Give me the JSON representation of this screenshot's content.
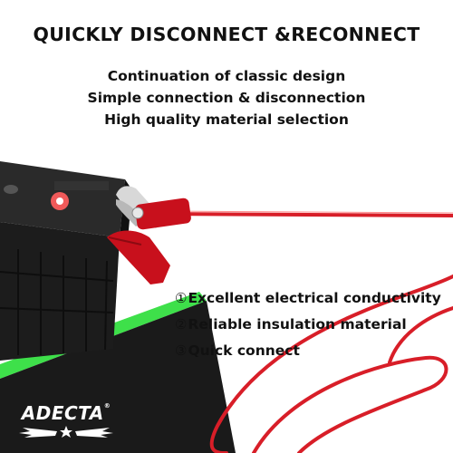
{
  "headline": "QUICKLY DISCONNECT &RECONNECT",
  "subheadings": [
    "Continuation of classic design",
    "Simple connection & disconnection",
    "High quality material selection"
  ],
  "features": [
    {
      "number": "①",
      "text": "Excellent electrical conductivity"
    },
    {
      "number": "②",
      "text": "Reliable insulation material"
    },
    {
      "number": "③",
      "text": "Quick connect"
    }
  ],
  "brand": {
    "name": "ADECTA",
    "registered_mark": "®",
    "logo_icon": "star-wings-icon"
  },
  "colors": {
    "background": "#ffffff",
    "text": "#111111",
    "battery": "#1c1c1c",
    "clip_red": "#c8101c",
    "wire_red": "#d81e28",
    "accent_green": "#3ee04a",
    "dark_band": "#1a1a1a"
  }
}
